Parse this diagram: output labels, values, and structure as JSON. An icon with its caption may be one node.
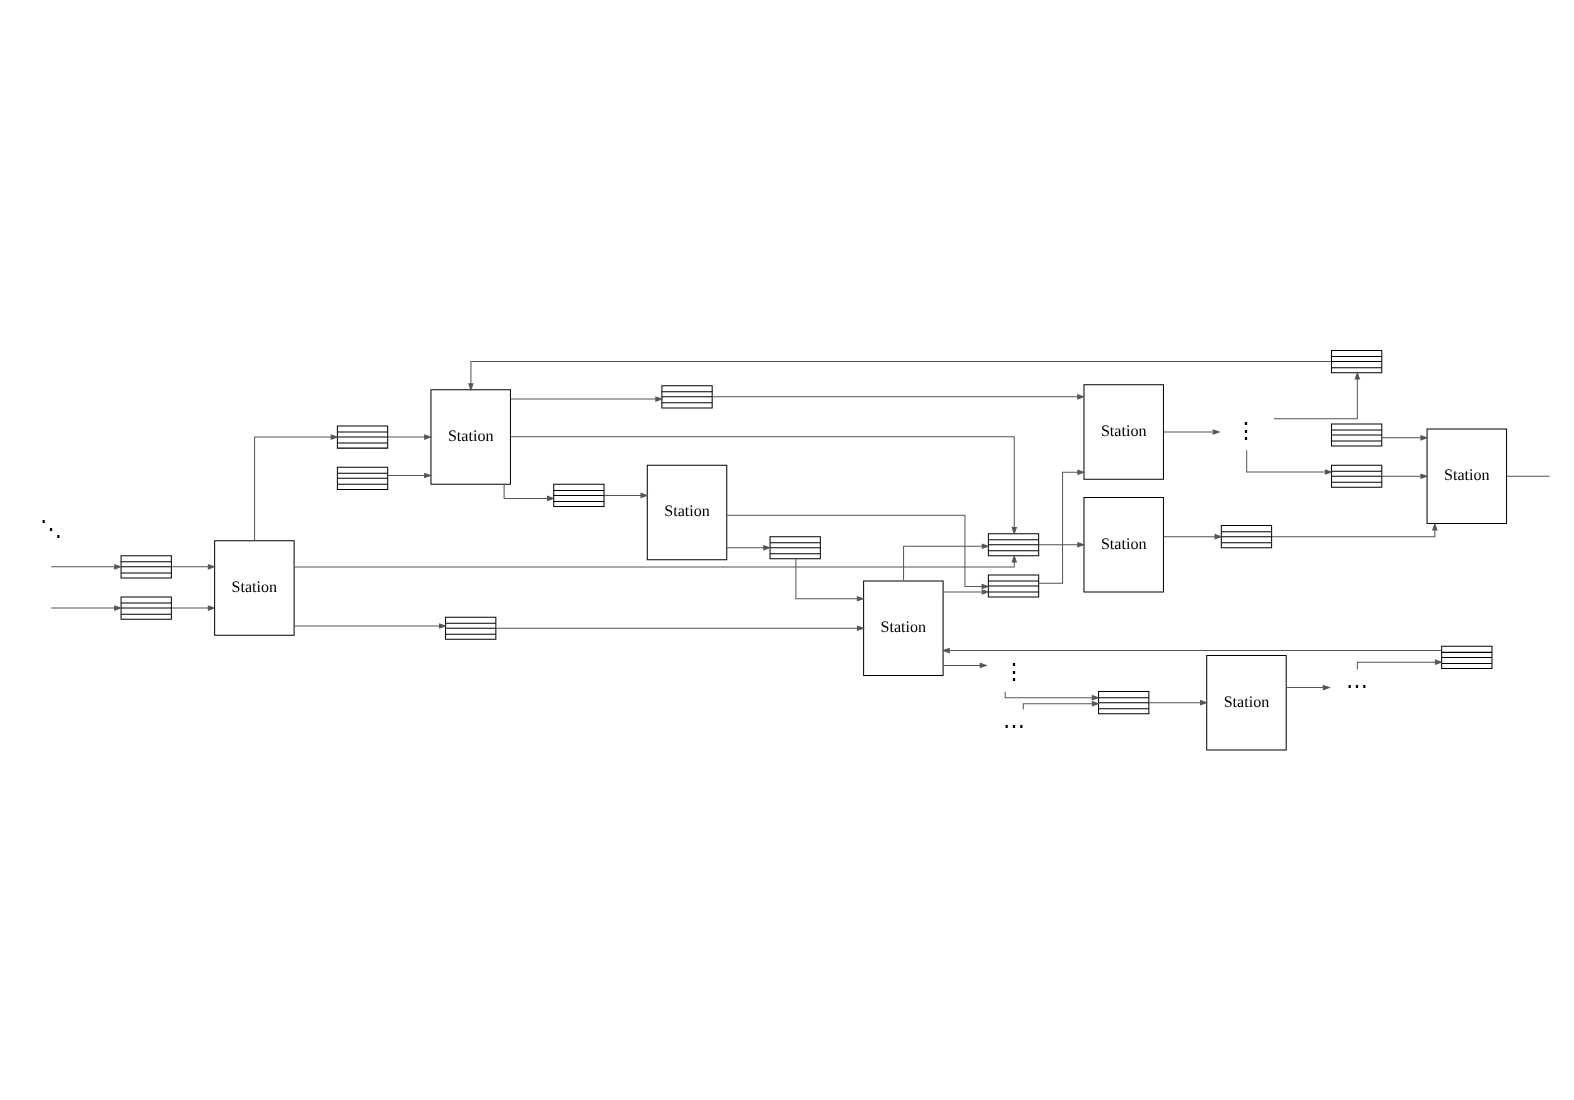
{
  "diagram": {
    "nodes": [
      {
        "text": [
          "Station"
        ]
      },
      {
        "text": [],
        "shape": "queue"
      },
      {
        "text": [],
        "shape": "queue"
      },
      {
        "text": [
          "Station"
        ]
      },
      {
        "text": [],
        "shape": "queue"
      },
      {
        "text": [],
        "shape": "queue"
      },
      {
        "text": [],
        "shape": "queue"
      },
      {
        "text": [
          "Station"
        ]
      },
      {
        "text": [],
        "shape": "queue"
      },
      {
        "text": [
          "Station"
        ]
      },
      {
        "text": [],
        "shape": "queue"
      },
      {
        "text": [],
        "shape": "queue"
      },
      {
        "text": [],
        "shape": "queue"
      },
      {
        "text": [
          "Station"
        ]
      },
      {
        "text": [],
        "shape": "queue"
      },
      {
        "text": [
          "Station"
        ]
      },
      {
        "text": [],
        "shape": "queue"
      },
      {
        "text": [],
        "shape": "queue"
      },
      {
        "text": [
          "⋮"
        ]
      },
      {
        "text": [
          "⋯"
        ]
      },
      {
        "text": [
          "⋮"
        ]
      },
      {
        "text": [
          "Station"
        ]
      },
      {
        "text": [],
        "shape": "queue"
      },
      {
        "text": [
          "⋯"
        ]
      },
      {
        "text": [
          "Station"
        ]
      },
      {
        "text": [],
        "shape": "queue"
      },
      {
        "text": [],
        "shape": "queue"
      },
      {
        "text": [],
        "shape": "queue"
      }
    ],
    "edges": [
      {
        "from": null,
        "to": 1,
        "arrow": "to"
      },
      {
        "from": null,
        "to": 2,
        "arrow": "to"
      },
      {
        "from": 1,
        "to": 0,
        "arrow": "to"
      },
      {
        "from": 2,
        "to": 0,
        "arrow": "to"
      },
      {
        "from": 0,
        "to": 4,
        "arrow": "to"
      },
      {
        "from": 0,
        "to": 10,
        "arrow": "to"
      },
      {
        "from": 0,
        "to": 14,
        "arrow": "to"
      },
      {
        "from": 4,
        "to": 3,
        "arrow": "to"
      },
      {
        "from": 5,
        "to": 3,
        "arrow": "to"
      },
      {
        "from": 6,
        "to": 3,
        "arrow": "to"
      },
      {
        "from": 3,
        "to": 8,
        "arrow": "to"
      },
      {
        "from": 3,
        "to": 16,
        "arrow": "to"
      },
      {
        "from": 3,
        "to": 14,
        "arrow": "to"
      },
      {
        "from": 8,
        "to": 7,
        "arrow": "to"
      },
      {
        "from": 7,
        "to": 17,
        "arrow": "to"
      },
      {
        "from": 7,
        "to": 11,
        "arrow": "to"
      },
      {
        "from": 10,
        "to": 9,
        "arrow": "to"
      },
      {
        "from": 11,
        "to": 9,
        "arrow": "to"
      },
      {
        "from": 12,
        "to": 9,
        "arrow": "to"
      },
      {
        "from": 9,
        "to": 14,
        "arrow": "to"
      },
      {
        "from": 9,
        "to": 17,
        "arrow": "to"
      },
      {
        "from": 9,
        "to": 18,
        "arrow": "to"
      },
      {
        "from": 14,
        "to": 13,
        "arrow": "to"
      },
      {
        "from": 16,
        "to": 15,
        "arrow": "to"
      },
      {
        "from": 17,
        "to": 15,
        "arrow": "to"
      },
      {
        "from": 15,
        "to": 20,
        "arrow": "to"
      },
      {
        "from": 20,
        "to": 5,
        "arrow": "to"
      },
      {
        "from": 20,
        "to": 25,
        "arrow": "to"
      },
      {
        "from": 19,
        "to": 12,
        "arrow": "to"
      },
      {
        "from": 18,
        "to": 22,
        "arrow": "to"
      },
      {
        "from": 21,
        "to": 19,
        "arrow": "to"
      },
      {
        "from": 22,
        "to": 21,
        "arrow": "to"
      },
      {
        "from": 23,
        "to": 22,
        "arrow": "to"
      },
      {
        "from": 13,
        "to": 26,
        "arrow": "to"
      },
      {
        "from": 25,
        "to": 24,
        "arrow": "to"
      },
      {
        "from": 26,
        "to": 24,
        "arrow": "to"
      },
      {
        "from": 27,
        "to": 24,
        "arrow": "to"
      },
      {
        "from": 24,
        "to": null,
        "arrow": "none"
      }
    ],
    "labels": [
      "⋱"
    ]
  }
}
